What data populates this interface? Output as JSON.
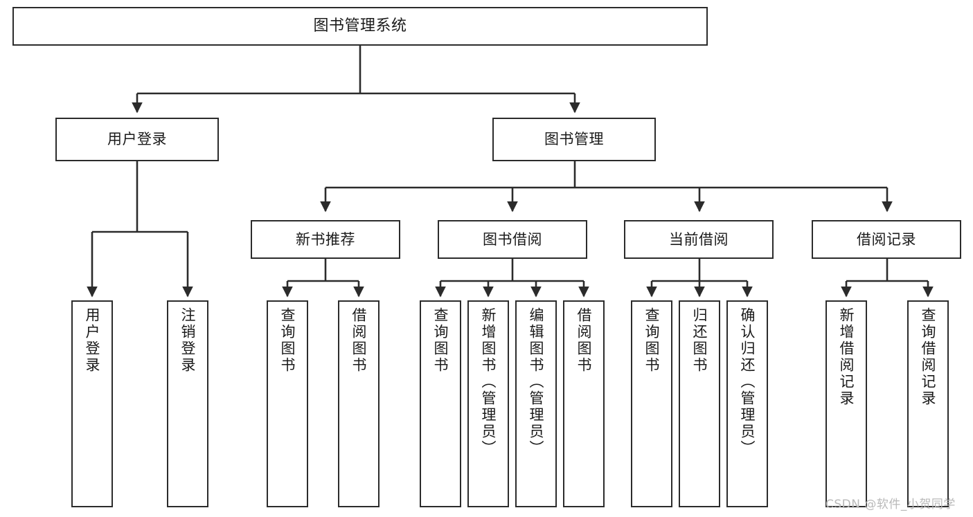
{
  "page": {
    "title": "图书管理系统",
    "diagram_type": "tree-hierarchy",
    "background_color": "#ffffff",
    "line_color": "#2b2b2b",
    "text_color": "#1a1a1a"
  },
  "watermark": {
    "text": "CSDN @软件_小贺同学",
    "color": "#b9b9b9"
  },
  "nodes": {
    "root": {
      "label": "图书管理系统"
    },
    "level2": [
      {
        "id": "user-login",
        "label": "用户登录"
      },
      {
        "id": "book-management",
        "label": "图书管理"
      }
    ],
    "level3": [
      {
        "id": "new-book-recommend",
        "label": "新书推荐"
      },
      {
        "id": "book-borrow",
        "label": "图书借阅"
      },
      {
        "id": "current-borrow",
        "label": "当前借阅"
      },
      {
        "id": "borrow-record",
        "label": "借阅记录"
      }
    ],
    "level4": {
      "user_login_children": [
        {
          "id": "user-login-leaf",
          "label": "用户登录"
        },
        {
          "id": "logout-leaf",
          "label": "注销登录"
        }
      ],
      "new_book_recommend_children": [
        {
          "id": "query-book-1",
          "label": "查询图书"
        },
        {
          "id": "borrow-book-1",
          "label": "借阅图书"
        }
      ],
      "book_borrow_children": [
        {
          "id": "query-book-2",
          "label": "查询图书"
        },
        {
          "id": "add-book",
          "label": "新增图书（管理员）"
        },
        {
          "id": "edit-book",
          "label": "编辑图书（管理员）"
        },
        {
          "id": "borrow-book-2",
          "label": "借阅图书"
        }
      ],
      "current_borrow_children": [
        {
          "id": "query-book-3",
          "label": "查询图书"
        },
        {
          "id": "return-book",
          "label": "归还图书"
        },
        {
          "id": "confirm-return",
          "label": "确认归还（管理员）"
        }
      ],
      "borrow_record_children": [
        {
          "id": "add-borrow-record",
          "label": "新增借阅记录"
        },
        {
          "id": "query-borrow-record",
          "label": "查询借阅记录"
        }
      ]
    }
  }
}
